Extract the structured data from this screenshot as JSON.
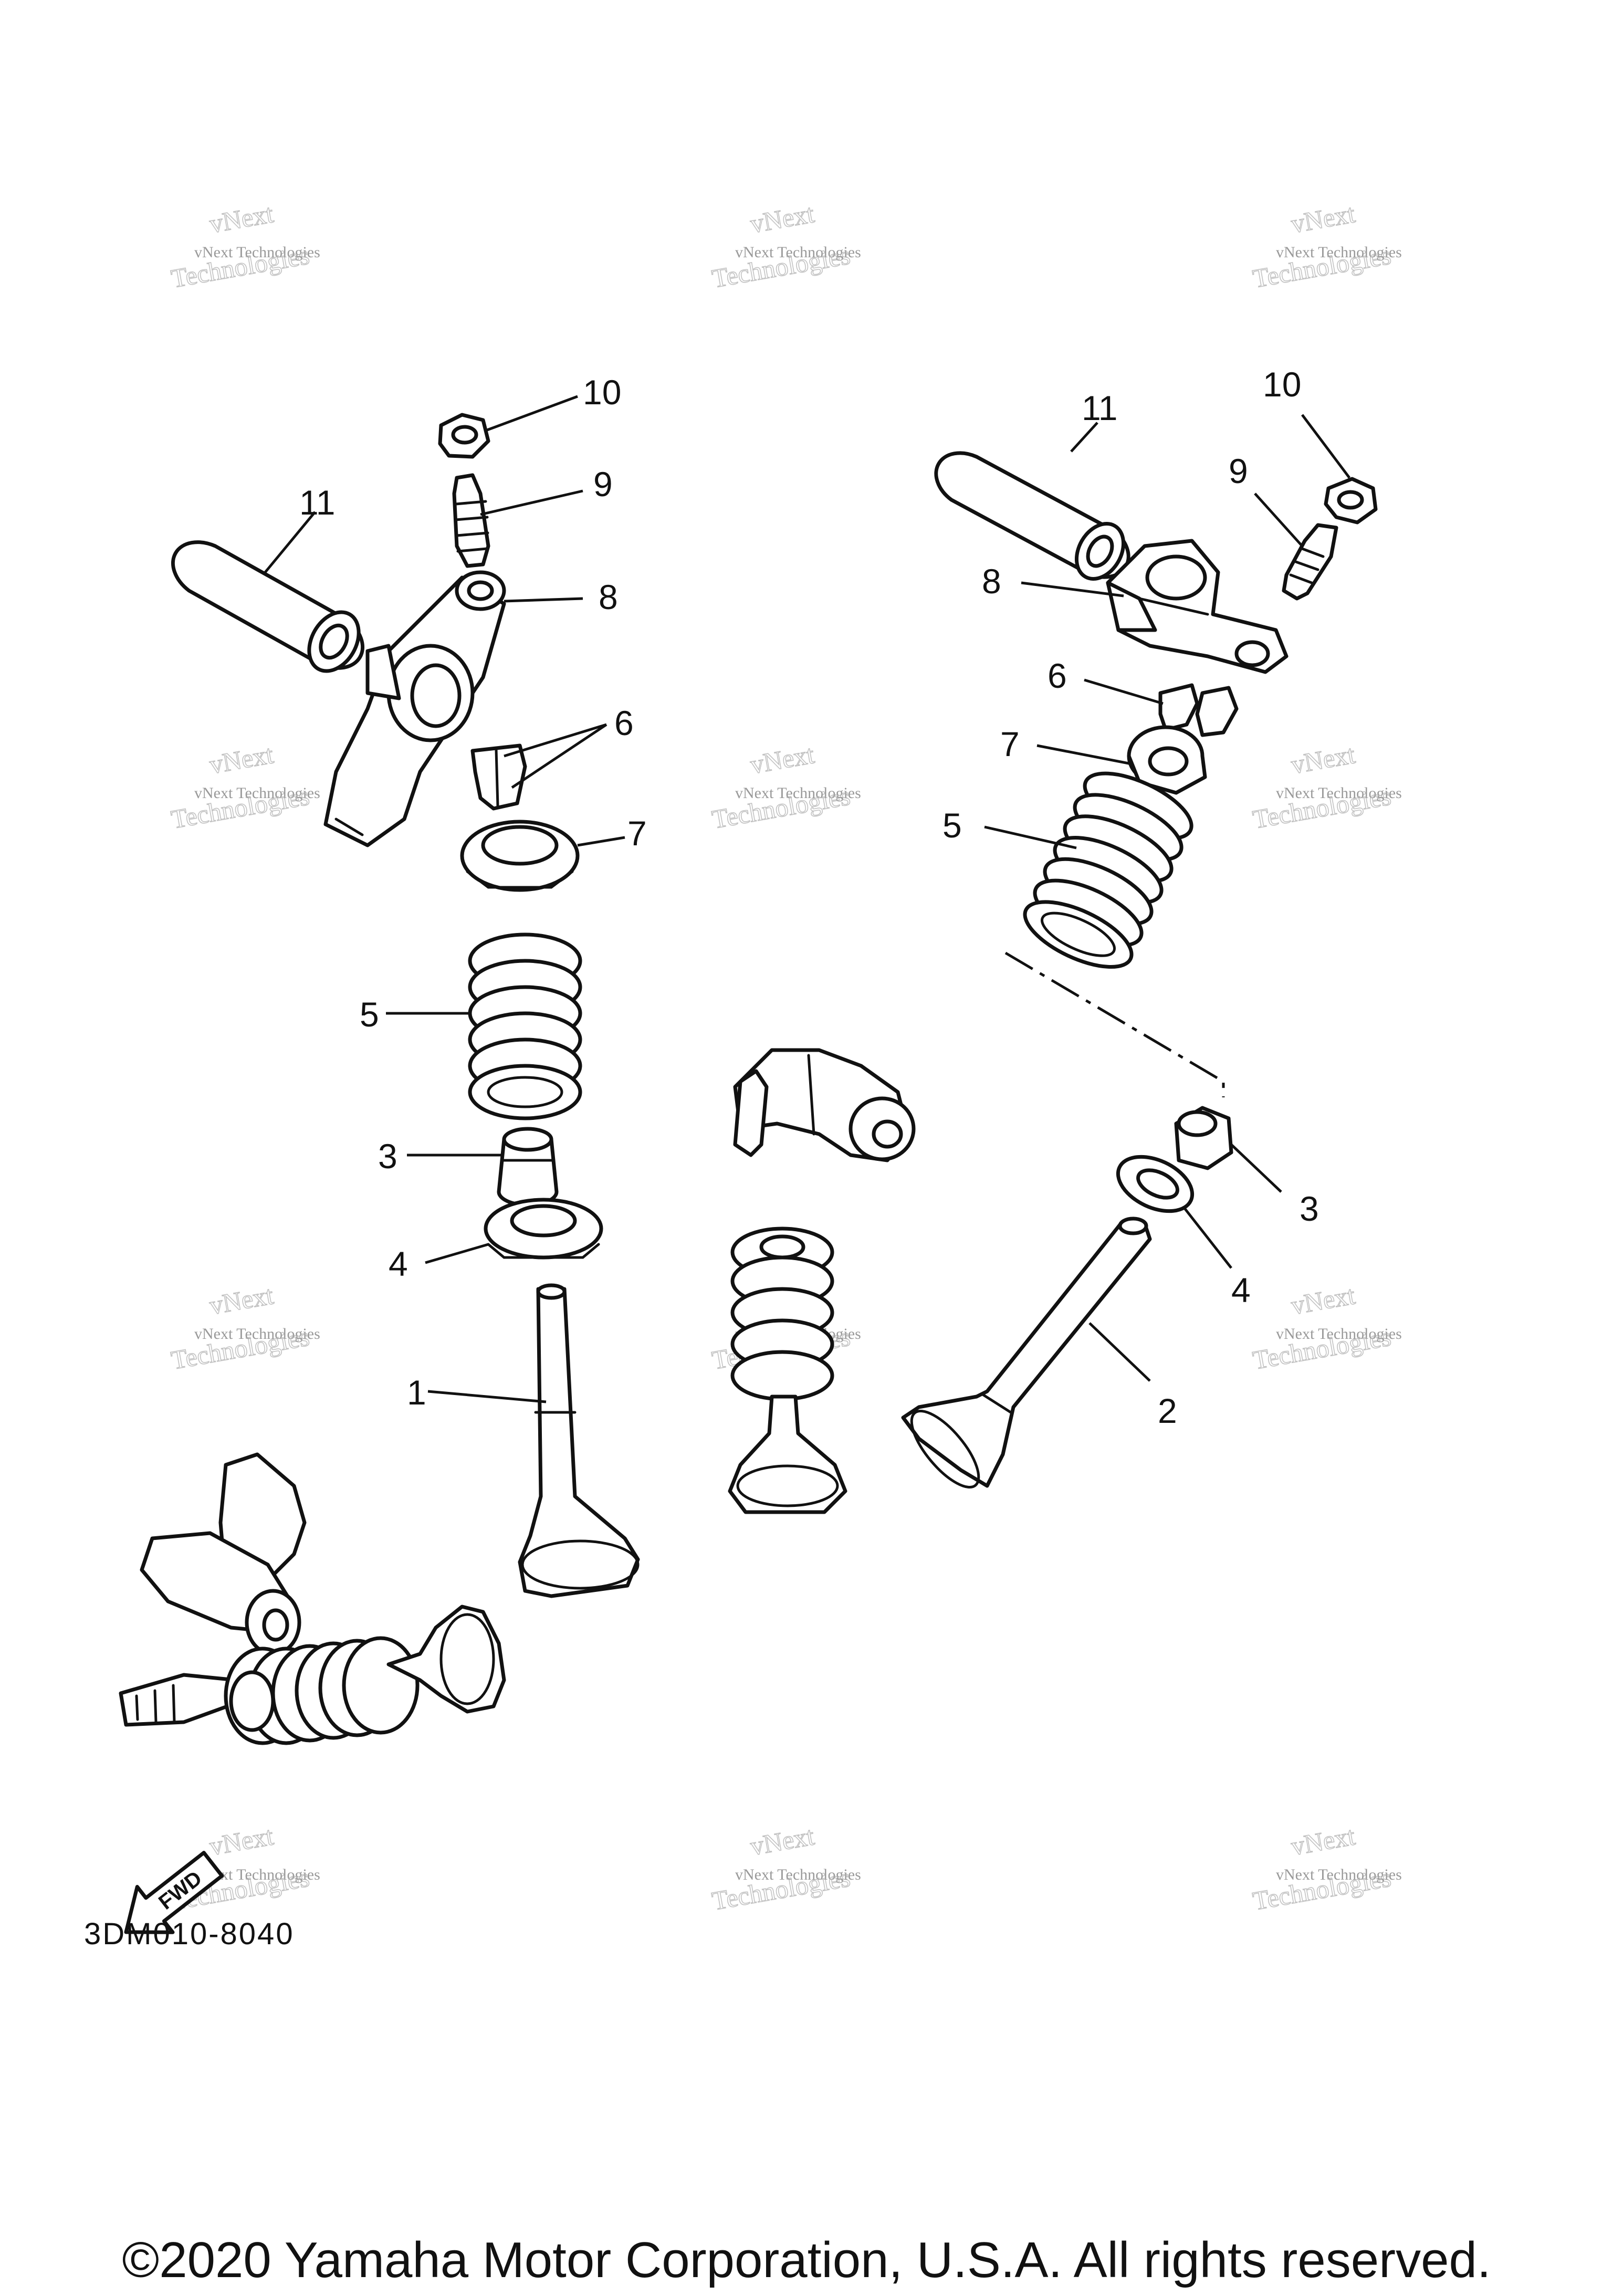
{
  "watermark": {
    "line1": "vNext Technologies",
    "brand": "vNext",
    "word": "Technologies"
  },
  "callouts": {
    "left": [
      "10",
      "9",
      "11",
      "8",
      "6",
      "7",
      "5",
      "3",
      "4",
      "1"
    ],
    "right": [
      "11",
      "10",
      "9",
      "8",
      "6",
      "7",
      "5",
      "3",
      "4",
      "2"
    ]
  },
  "fwd_label": "FWD",
  "diagram_code": "3DM010-8040",
  "copyright": "©2020 Yamaha Motor Corporation, U.S.A. All rights reserved."
}
